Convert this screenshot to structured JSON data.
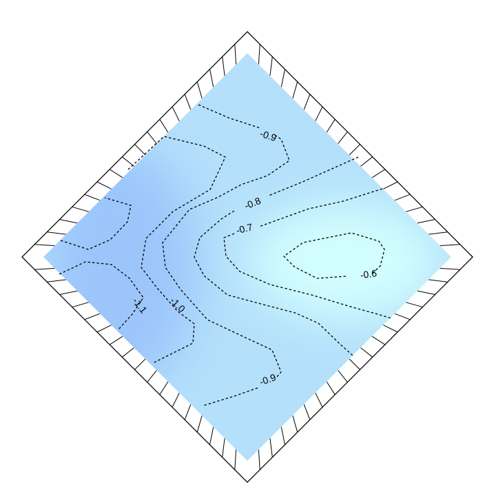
{
  "chart_data": {
    "type": "heatmap",
    "title": "",
    "xlabel": "",
    "ylabel": "",
    "plot_style": "filled contour map, rotated 45 degrees, dashed contour lines, no tick labels",
    "color_scale": {
      "low": "#9cc6fb",
      "mid": "#b4e0fb",
      "high": "#d2fefe"
    },
    "value_range": [
      -1.15,
      -0.55
    ],
    "contour_levels": [
      -1.1,
      -1.0,
      -0.9,
      -0.8,
      -0.7,
      -0.6
    ],
    "contour_labels": [
      {
        "id": "lbl_m11",
        "text": "-1.1"
      },
      {
        "id": "lbl_m10",
        "text": "-1.0"
      },
      {
        "id": "lbl_m09_top",
        "text": "-0.9"
      },
      {
        "id": "lbl_m09_bot",
        "text": "-0.9"
      },
      {
        "id": "lbl_m08",
        "text": "-0.8"
      },
      {
        "id": "lbl_m07",
        "text": "-0.7"
      },
      {
        "id": "lbl_m06",
        "text": "-0.6"
      }
    ],
    "ticks_per_side": 18
  }
}
